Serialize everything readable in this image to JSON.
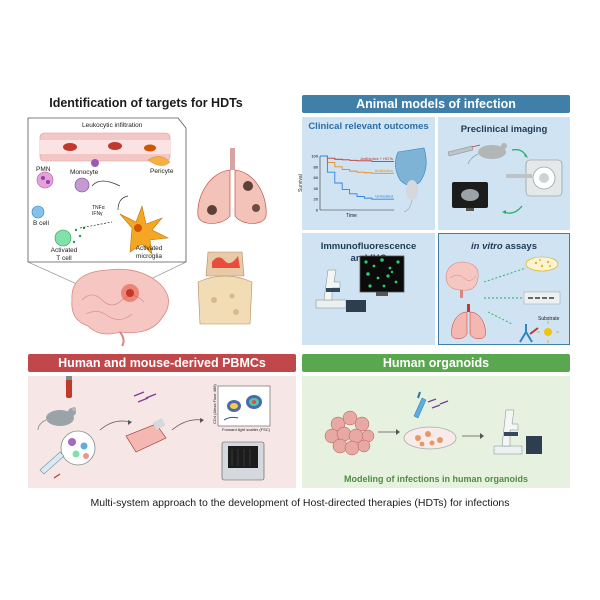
{
  "targets": {
    "title": "Identification of targets for HDTs",
    "leukocytic_infiltration": "Leukocytic infiltration",
    "pmn": "PMN",
    "monocyte": "Monocyte",
    "pericyte": "Pericyte",
    "b_cell": "B cell",
    "cytokines_line1": "TNFα",
    "cytokines_line2": "IFNγ",
    "activated_t_cell": "Activated\nT cell",
    "activated_microglia": "Activated\nmicroglia"
  },
  "animal_models": {
    "title": "Animal models of infection",
    "clinical": {
      "title": "Clinical relevant outcomes",
      "ylabel": "Survival",
      "xlabel": "Time",
      "series_labels": [
        "Antibiotics + HDTs",
        "Antibiotics",
        "Untreated"
      ]
    },
    "imaging": {
      "title": "Preclinical imaging"
    },
    "if_ihc": {
      "title_line1": "Immunofluorescence",
      "title_line2": "and IHC"
    },
    "in_vitro": {
      "title_em": "in vitro",
      "title_rest": " assays",
      "substrate": "Substrate"
    }
  },
  "pbmc": {
    "title": "Human and mouse-derived PBMCs",
    "y_axis": "CD4 (Alexa Fluor 488)",
    "x_axis": "Forward light scatter (FSC)"
  },
  "organoids": {
    "title": "Human organoids",
    "caption": "Modeling of infections in human organoids"
  },
  "footer": "Multi-system approach to the development of Host-directed therapies (HDTs) for infections",
  "colors": {
    "animal_header": "#3f7fa8",
    "animal_bg": "#cfe3f2",
    "pbmc_header": "#c0474a",
    "pbmc_bg": "#f6e6e6",
    "organoid_header": "#59a84f",
    "organoid_bg": "#e7f1df",
    "organoid_caption": "#4d8f3f",
    "clinical_title": "#2b6fa7"
  },
  "chart_data": {
    "type": "line",
    "title": "",
    "xlabel": "Time",
    "ylabel": "Survival",
    "ylim": [
      0,
      100
    ],
    "y_ticks": [
      0,
      20,
      40,
      60,
      80,
      100
    ],
    "x": [
      0,
      1,
      2,
      3,
      4,
      5,
      6,
      7,
      8,
      9,
      10
    ],
    "series": [
      {
        "name": "Antibiotics + HDTs",
        "color": "#c0392b",
        "values": [
          100,
          96,
          94,
          93,
          92,
          91,
          91,
          90,
          90,
          90,
          90
        ]
      },
      {
        "name": "Antibiotics",
        "color": "#e58e26",
        "values": [
          100,
          88,
          80,
          75,
          72,
          70,
          69,
          68,
          68,
          68,
          68
        ]
      },
      {
        "name": "Untreated",
        "color": "#2e86de",
        "values": [
          100,
          70,
          50,
          38,
          30,
          25,
          22,
          20,
          20,
          20,
          20
        ]
      }
    ]
  }
}
